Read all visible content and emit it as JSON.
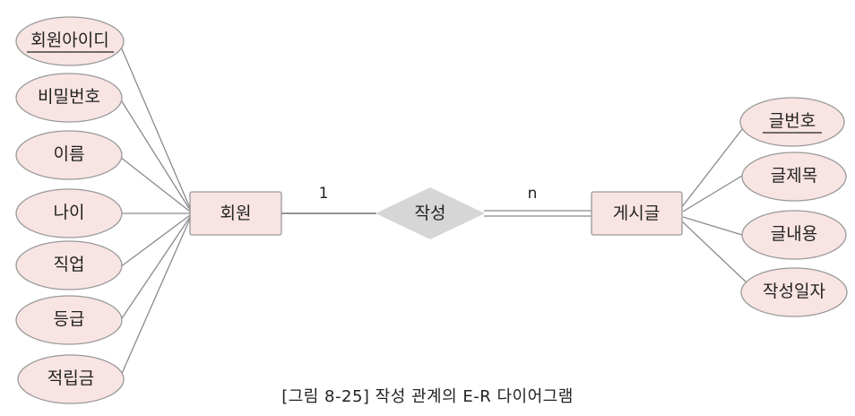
{
  "diagram": {
    "member_entity": {
      "label": "회원"
    },
    "post_entity": {
      "label": "게시글"
    },
    "relationship": {
      "label": "작성"
    },
    "cardinality": {
      "member_side": "1",
      "post_side": "n"
    },
    "member_attributes": [
      {
        "label": "회원아이디",
        "key": true
      },
      {
        "label": "비밀번호",
        "key": false
      },
      {
        "label": "이름",
        "key": false
      },
      {
        "label": "나이",
        "key": false
      },
      {
        "label": "직업",
        "key": false
      },
      {
        "label": "등급",
        "key": false
      },
      {
        "label": "적립금",
        "key": false
      }
    ],
    "post_attributes": [
      {
        "label": "글번호",
        "key": true
      },
      {
        "label": "글제목",
        "key": false
      },
      {
        "label": "글내용",
        "key": false
      },
      {
        "label": "작성일자",
        "key": false
      }
    ],
    "colors": {
      "node_fill": "#f8e4e2",
      "node_stroke": "#999999",
      "diamond_fill": "#d6d6d6",
      "line": "#555555"
    }
  },
  "caption": "[그림 8-25] 작성 관계의 E-R 다이어그램"
}
